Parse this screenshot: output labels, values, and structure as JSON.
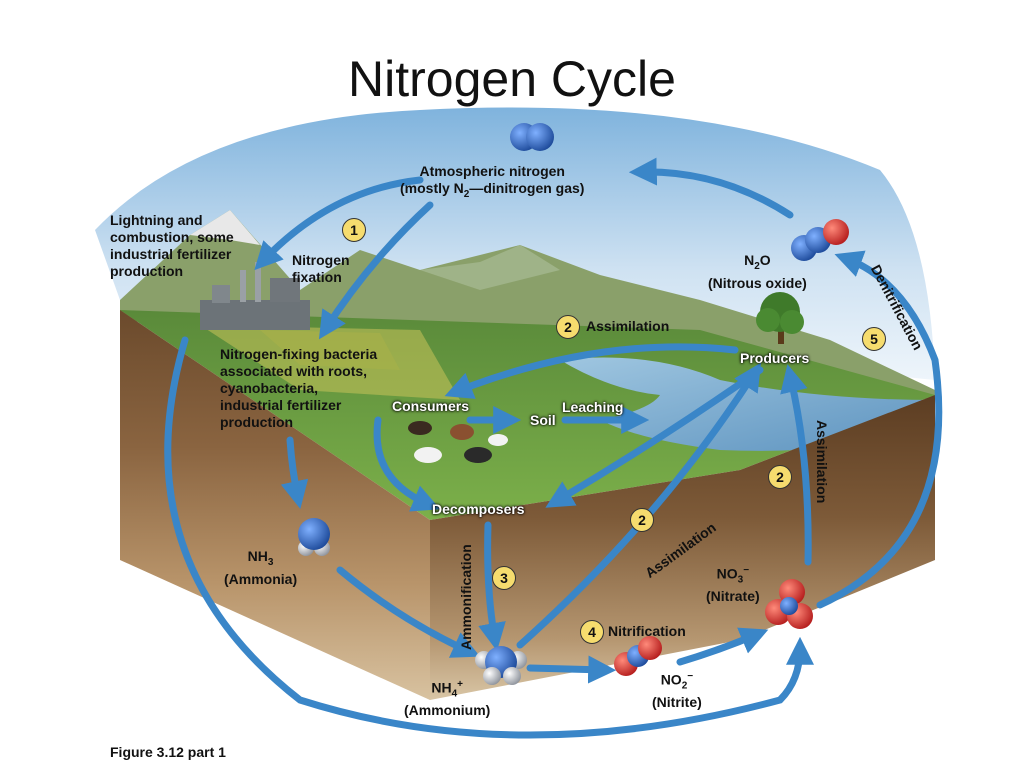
{
  "title": "Nitrogen Cycle",
  "labels": {
    "atmospheric_line1": "Atmospheric nitrogen",
    "atmospheric_line2": "(mostly N",
    "atmospheric_sub": "2",
    "atmospheric_line2_end": "—dinitrogen gas)",
    "lightning": "Lightning and\ncombustion, some\nindustrial fertilizer\nproduction",
    "nitrogen_fixation": "Nitrogen\nfixation",
    "fixing_bacteria": "Nitrogen-fixing bacteria\nassociated with roots,\ncyanobacteria,\nindustrial fertilizer\nproduction",
    "nh3": "NH",
    "nh3_sub": "3",
    "ammonia": "(Ammonia)",
    "nh4": "NH",
    "nh4_sub": "4",
    "nh4_sup": "+",
    "ammonium": "(Ammonium)",
    "no2": "NO",
    "no2_sub": "2",
    "no2_sup": "−",
    "nitrite": "(Nitrite)",
    "no3": "NO",
    "no3_sub": "3",
    "no3_sup": "−",
    "nitrate": "(Nitrate)",
    "n2o": "N",
    "n2o_sub": "2",
    "n2o_end": "O",
    "nitrous_oxide": "(Nitrous oxide)",
    "consumers": "Consumers",
    "soil": "Soil",
    "leaching": "Leaching",
    "producers": "Producers",
    "decomposers": "Decomposers",
    "assimilation_top": "Assimilation",
    "assimilation_mid": "Assimilation",
    "assimilation_right": "Assimilation",
    "ammonification": "Ammonification",
    "nitrification": "Nitrification",
    "denitrification": "Denitrification",
    "caption": "Figure 3.12 part 1"
  },
  "badges": {
    "b1": "1",
    "b2a": "2",
    "b2b": "2",
    "b2c": "2",
    "b3": "3",
    "b4": "4",
    "b5": "5"
  },
  "colors": {
    "arrow": "#3a86c8",
    "badge": "#f6dc6e",
    "nitrogen_atom": "#2a5fb0",
    "oxygen_atom": "#d42a2a",
    "hydrogen_atom": "#b8bcc4"
  }
}
